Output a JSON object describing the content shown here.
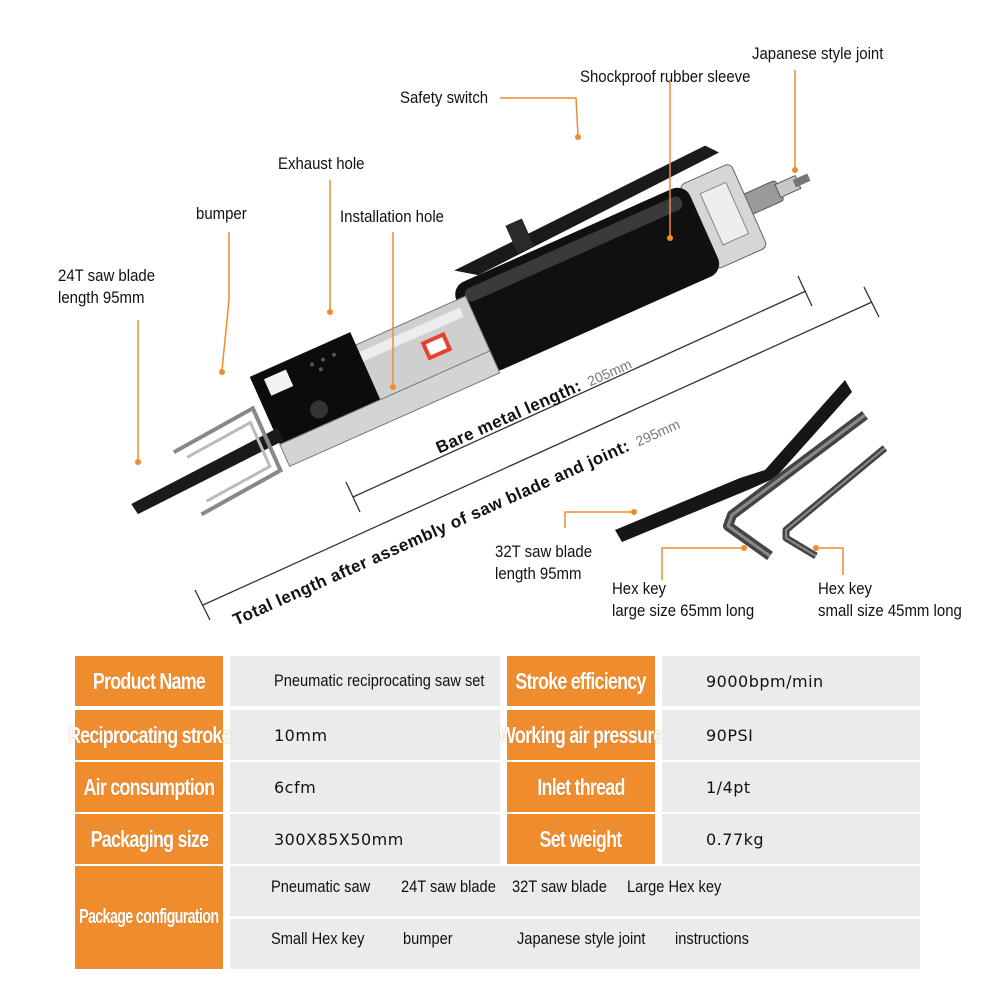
{
  "callouts": {
    "saw_blade_24t": [
      "24T saw blade",
      "length 95mm"
    ],
    "bumper": "bumper",
    "exhaust_hole": "Exhaust hole",
    "installation_hole": "Installation hole",
    "safety_switch": "Safety switch",
    "rubber_sleeve": "Shockproof rubber sleeve",
    "japanese_joint": "Japanese style joint",
    "saw_blade_32t": [
      "32T saw blade",
      "length 95mm"
    ],
    "hex_key_large": [
      "Hex key",
      "large size 65mm long"
    ],
    "hex_key_small": [
      "Hex key",
      "small size 45mm long"
    ]
  },
  "dimensions": {
    "bare_metal": {
      "label": "Bare metal length:",
      "value": "205mm"
    },
    "total": {
      "label": "Total length after assembly of saw blade and joint:",
      "value": "295mm"
    }
  },
  "accent_color": "#ef8c2e",
  "spec_table": {
    "rows": [
      {
        "k1": "Product Name",
        "v1": "Pneumatic reciprocating saw set",
        "k2": "Stroke efficiency",
        "v2": "9000bpm/min"
      },
      {
        "k1": "Reciprocating stroke",
        "v1": "10mm",
        "k2": "Working air pressure",
        "v2": "90PSI"
      },
      {
        "k1": "Air consumption",
        "v1": "6cfm",
        "k2": "Inlet thread",
        "v2": "1/4pt"
      },
      {
        "k1": "Packaging size",
        "v1": "300X85X50mm",
        "k2": "Set weight",
        "v2": "0.77kg"
      }
    ],
    "package": {
      "label": "Package configuration",
      "items": [
        "Pneumatic saw",
        "24T saw blade",
        "32T saw blade",
        "Large Hex key",
        "Small Hex key",
        "bumper",
        "Japanese style joint",
        "instructions"
      ]
    }
  }
}
